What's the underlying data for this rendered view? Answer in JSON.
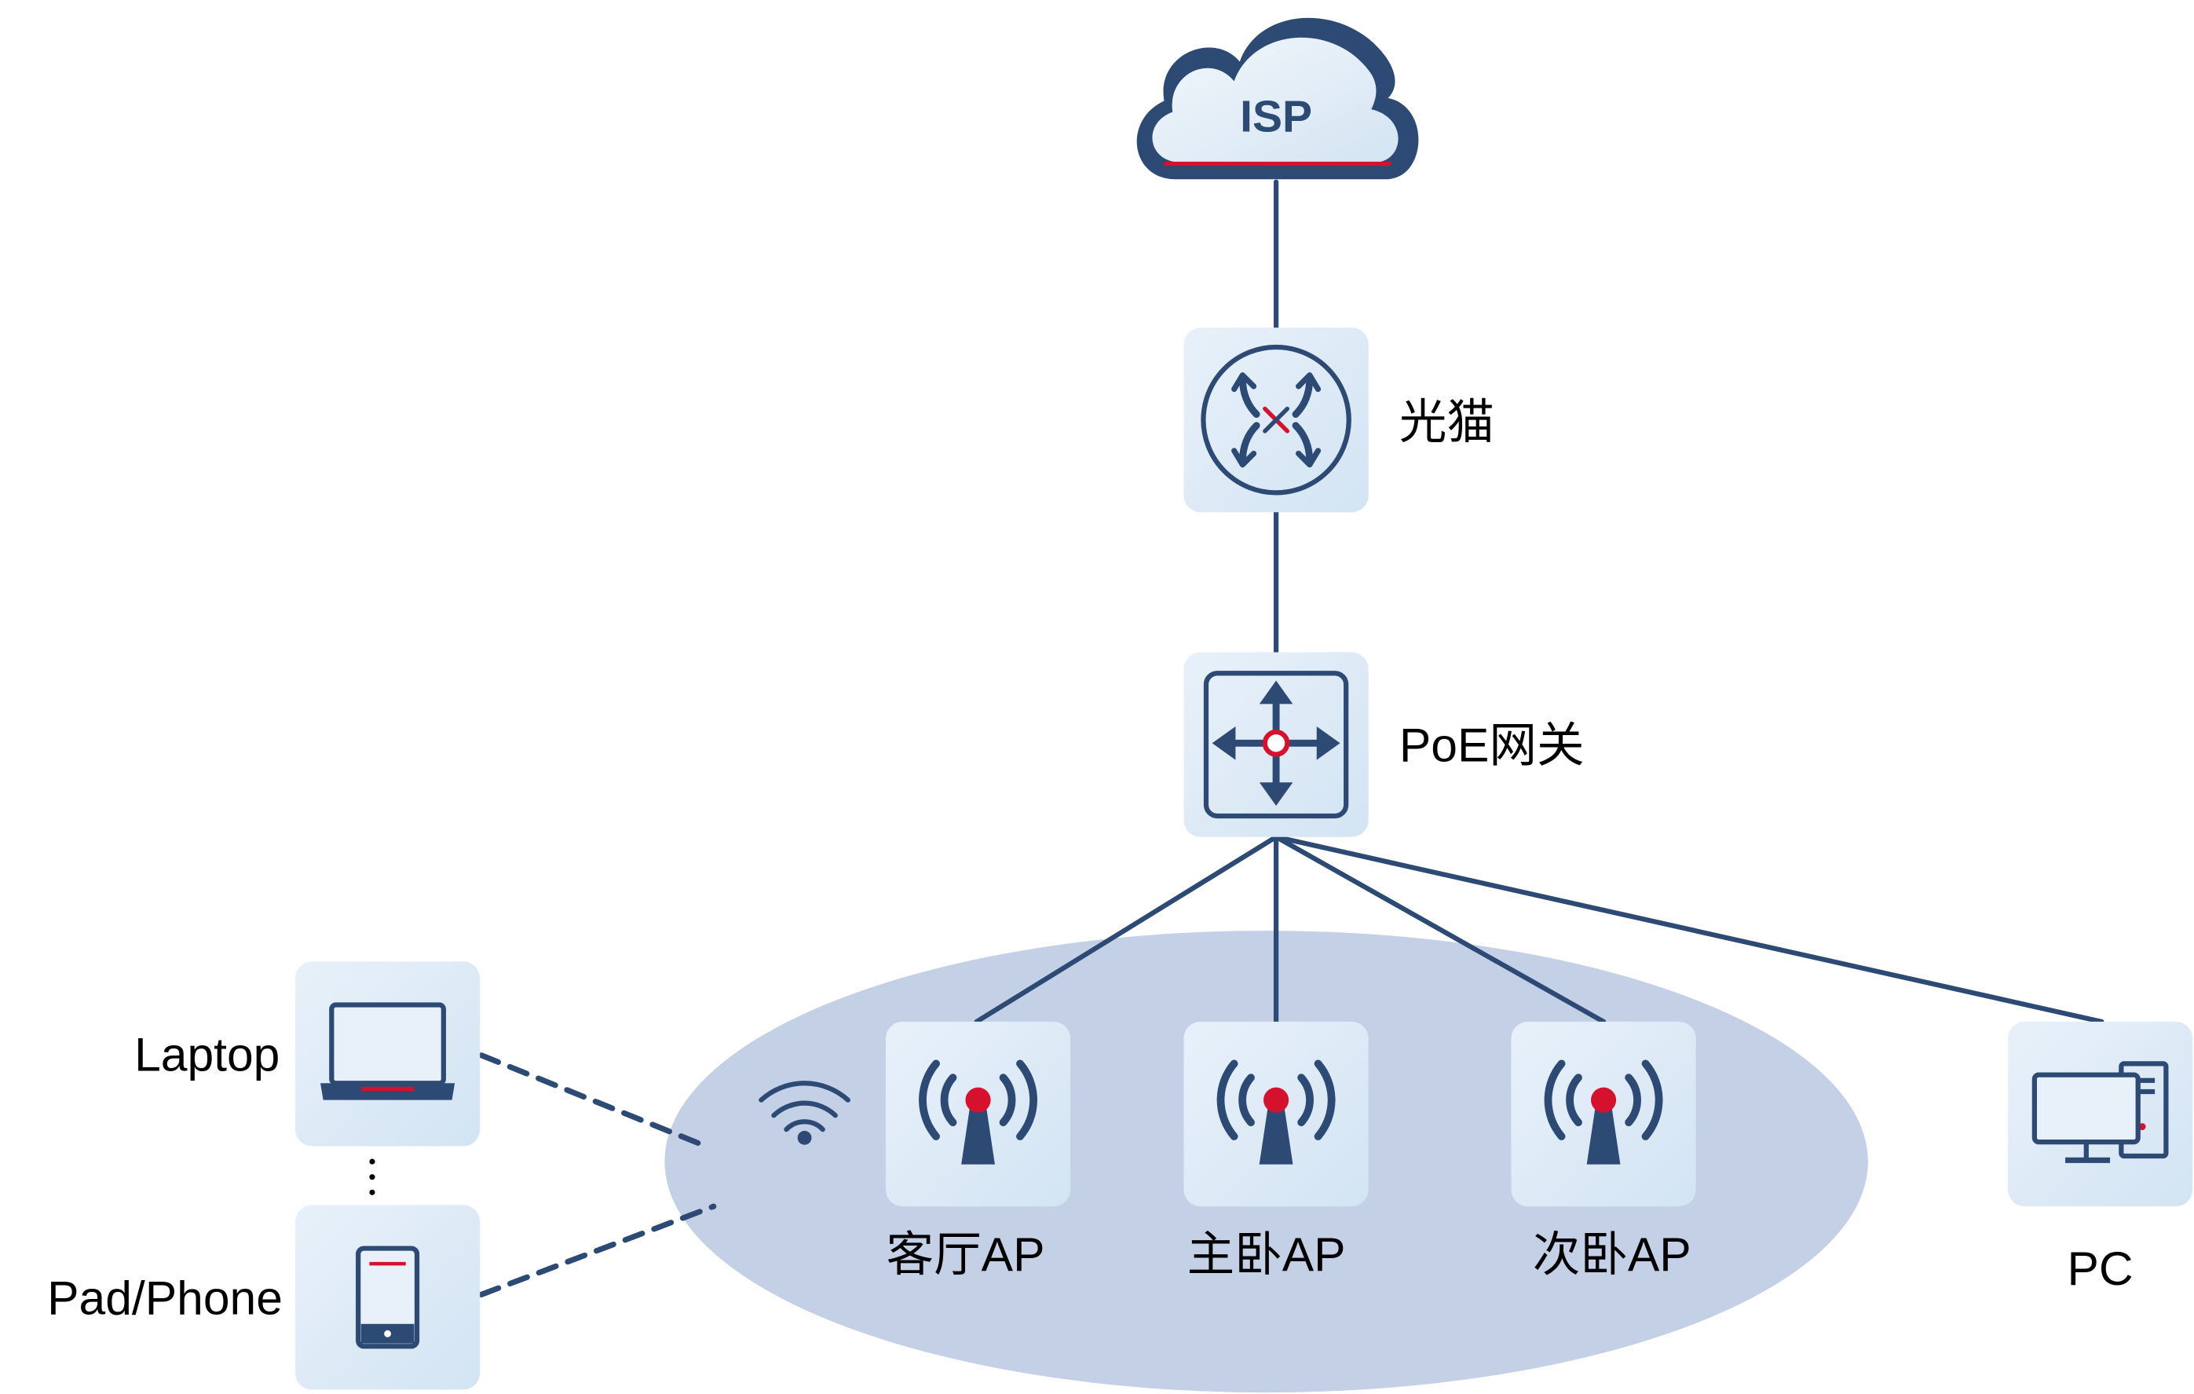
{
  "colors": {
    "line": "#2c4a73",
    "accent": "#d6112d",
    "tile": "#dbe9f5",
    "coverage": "#c4d0e6",
    "cloud_fill": "#e5eef8"
  },
  "nodes": {
    "isp": {
      "label": "ISP",
      "icon": "cloud-icon"
    },
    "modem": {
      "label": "光猫",
      "icon": "optical-modem-icon"
    },
    "gateway": {
      "label": "PoE网关",
      "icon": "gateway-icon"
    },
    "ap_living": {
      "label": "客厅AP",
      "icon": "access-point-icon"
    },
    "ap_master": {
      "label": "主卧AP",
      "icon": "access-point-icon"
    },
    "ap_second": {
      "label": "次卧AP",
      "icon": "access-point-icon"
    },
    "pc": {
      "label": "PC",
      "icon": "desktop-pc-icon"
    },
    "laptop": {
      "label": "Laptop",
      "icon": "laptop-icon"
    },
    "pad_phone": {
      "label": "Pad/Phone",
      "icon": "tablet-icon"
    }
  },
  "links": [
    {
      "from": "isp",
      "to": "modem",
      "style": "wired"
    },
    {
      "from": "modem",
      "to": "gateway",
      "style": "wired"
    },
    {
      "from": "gateway",
      "to": "ap_living",
      "style": "wired"
    },
    {
      "from": "gateway",
      "to": "ap_master",
      "style": "wired"
    },
    {
      "from": "gateway",
      "to": "ap_second",
      "style": "wired"
    },
    {
      "from": "gateway",
      "to": "pc",
      "style": "wired"
    },
    {
      "from": "laptop",
      "to": "ap_living",
      "style": "wireless"
    },
    {
      "from": "pad_phone",
      "to": "ap_living",
      "style": "wireless"
    }
  ]
}
